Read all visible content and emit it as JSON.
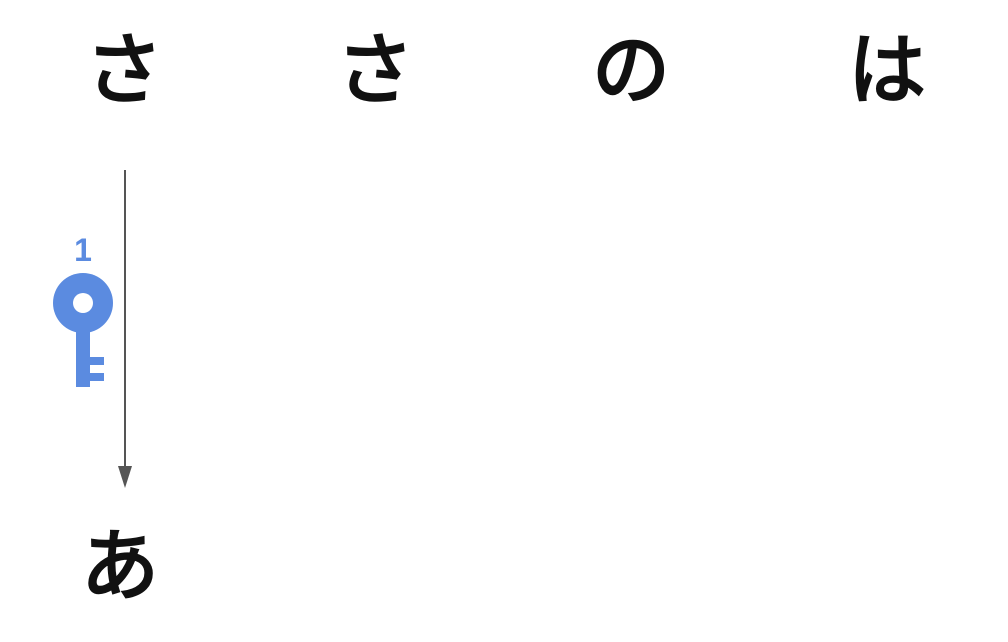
{
  "top_row": [
    {
      "char": "さ"
    },
    {
      "char": "さ"
    },
    {
      "char": "の"
    },
    {
      "char": "は"
    }
  ],
  "bottom": {
    "char": "あ"
  },
  "key": {
    "number": "1",
    "icon": "key-icon",
    "color": "#5b8be0"
  },
  "arrow": {
    "color": "#555555",
    "direction": "down"
  }
}
